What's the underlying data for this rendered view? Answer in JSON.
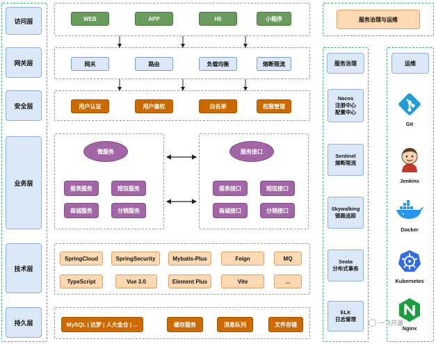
{
  "layers": {
    "access": "访问层",
    "gateway": "网关层",
    "security": "安全层",
    "business": "业务层",
    "tech": "技术层",
    "persistence": "持久层"
  },
  "access_items": [
    "WEB",
    "APP",
    "H5",
    "小程序"
  ],
  "gateway_items": [
    "网关",
    "路由",
    "负载均衡",
    "熔断限流"
  ],
  "security_items": [
    "用户认证",
    "用户鉴权",
    "白名单",
    "权限管理"
  ],
  "business": {
    "left_title": "微服务",
    "left_items": [
      "报表服务",
      "短信服务",
      "商城服务",
      "分销服务"
    ],
    "right_title": "服务接口",
    "right_items": [
      "报表接口",
      "短信接口",
      "商城接口",
      "分销接口"
    ]
  },
  "tech_row1": [
    "SpringCloud",
    "SpringSecurity",
    "Mybatis-Plus",
    "Feign",
    "MQ"
  ],
  "tech_row2": [
    "TypeScript",
    "Vue 3.0",
    "Element Plus",
    "Vite",
    "..."
  ],
  "persistence_items": [
    "MySQL | 达梦 | 人大金仓 | ...",
    "缓存服务",
    "消息队列",
    "文件存储"
  ],
  "side_title": "服务治理与运维",
  "governance": {
    "title": "服务治理",
    "items": [
      {
        "line1": "Nacos",
        "line2": "注册中心",
        "line3": "配置中心"
      },
      {
        "line1": "Sentinel",
        "line2": "熔断限流",
        "line3": ""
      },
      {
        "line1": "Skywalking",
        "line2": "链路追踪",
        "line3": ""
      },
      {
        "line1": "Seata",
        "line2": "分布式事务",
        "line3": ""
      },
      {
        "line1": "ELK",
        "line2": "日志管理",
        "line3": ""
      }
    ]
  },
  "ops": {
    "title": "运维",
    "items": [
      {
        "label": "Git",
        "icon": "git-icon",
        "color": "#1f9bd6"
      },
      {
        "label": "Jenkins",
        "icon": "jenkins-icon",
        "color": "#c0392b"
      },
      {
        "label": "Docker",
        "icon": "docker-icon",
        "color": "#2496ed"
      },
      {
        "label": "Kubernetes",
        "icon": "kubernetes-icon",
        "color": "#326ce5"
      },
      {
        "label": "Nginx",
        "icon": "nginx-icon",
        "color": "#1a9e3f"
      }
    ]
  },
  "watermark": "一飞开源"
}
